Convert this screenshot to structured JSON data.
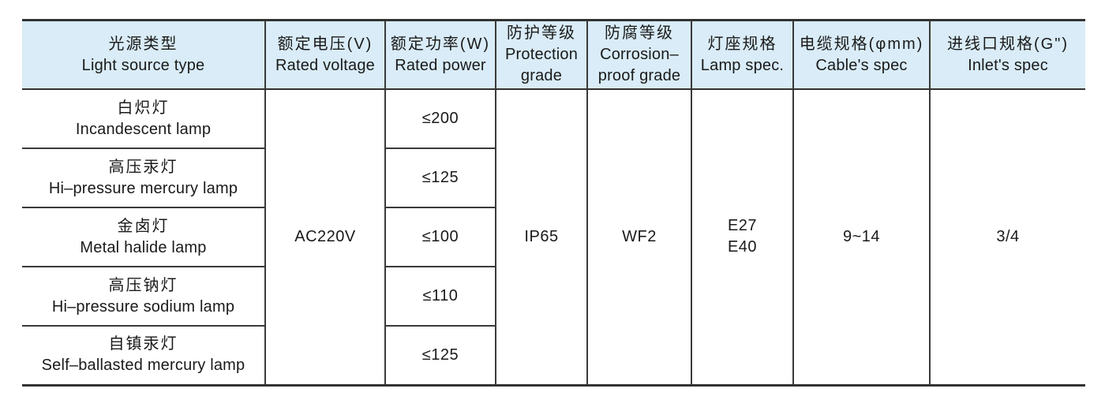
{
  "table": {
    "header": {
      "light_source": {
        "cn": "光源类型",
        "en": "Light source type"
      },
      "rated_voltage": {
        "cn": "额定电压(V)",
        "en": "Rated voltage"
      },
      "rated_power": {
        "cn": "额定功率(W)",
        "en": "Rated power"
      },
      "protection": {
        "cn": "防护等级",
        "en1": "Protection",
        "en2": "grade"
      },
      "corrosion": {
        "cn": "防腐等级",
        "en1": "Corrosion–",
        "en2": "proof grade"
      },
      "lamp_spec": {
        "cn": "灯座规格",
        "en": "Lamp spec."
      },
      "cable_spec": {
        "cn": "电缆规格(φmm)",
        "en": "Cable's spec"
      },
      "inlet_spec": {
        "cn": "进线口规格(G\")",
        "en": "Inlet's spec"
      }
    },
    "rows": [
      {
        "cn": "白炽灯",
        "en": "Incandescent lamp",
        "power": "≤200"
      },
      {
        "cn": "高压汞灯",
        "en": "Hi–pressure mercury lamp",
        "power": "≤125"
      },
      {
        "cn": "金卤灯",
        "en": "Metal halide lamp",
        "power": "≤100"
      },
      {
        "cn": "高压钠灯",
        "en": "Hi–pressure sodium lamp",
        "power": "≤110"
      },
      {
        "cn": "自镇汞灯",
        "en": "Self–ballasted mercury lamp",
        "power": "≤125"
      }
    ],
    "merged": {
      "voltage": "AC220V",
      "protection": "IP65",
      "corrosion": "WF2",
      "lamp_spec_line1": "E27",
      "lamp_spec_line2": "E40",
      "cable": "9~14",
      "inlet": "3/4"
    },
    "colors": {
      "header_bg": "#d9ecf7",
      "border": "#3a3a3a",
      "text": "#1a1a1a"
    }
  }
}
